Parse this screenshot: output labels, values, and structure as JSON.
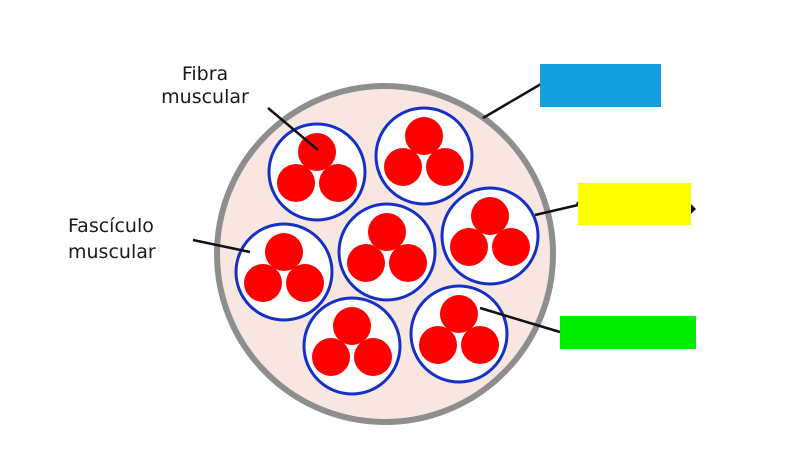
{
  "labels": {
    "fiber_line1": "Fibra",
    "fiber_line2": "muscular",
    "fascicle_line1": "Fascículo",
    "fascicle_line2": "muscular"
  },
  "answer_boxes": [
    {
      "id": "epimysium",
      "color": "#139fde"
    },
    {
      "id": "perimysium",
      "color": "#ffff00"
    },
    {
      "id": "endomysium",
      "color": "#00ee00"
    }
  ],
  "colors": {
    "muscle_outer_ring": "#8e8e8e",
    "muscle_fill": "#f8e6e1",
    "fascicle_ring": "#1530c6",
    "fascicle_fill": "#ffffff",
    "fiber": "#ff0000",
    "leader_line": "#111111"
  },
  "fascicle_count": 7,
  "fibers_per_fascicle": 3
}
